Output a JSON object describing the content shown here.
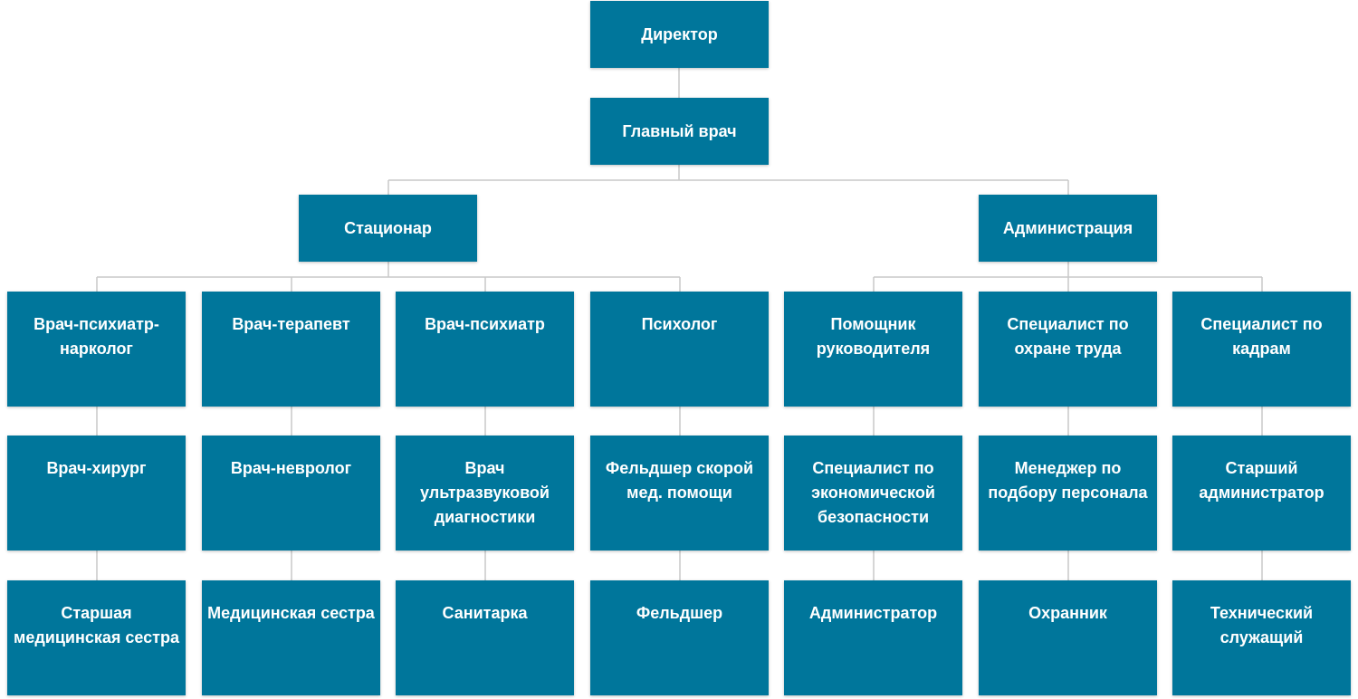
{
  "colors": {
    "node_fill": "#00769b",
    "node_text": "#ffffff",
    "connector": "#c8c8c8"
  },
  "director": "Директор",
  "chief_doctor": "Главный врач",
  "inpatient": "Стационар",
  "administration": "Администрация",
  "inpatient_staff": {
    "col1": [
      "Врач-психиатр-нарколог",
      "Врач-хирург",
      "Старшая медицинская сестра"
    ],
    "col2": [
      "Врач-терапевт",
      "Врач-невролог",
      "Медицинская сестра"
    ],
    "col3": [
      "Врач-психиатр",
      "Врач ультразвуковой диагностики",
      "Санитарка"
    ],
    "col4": [
      "Психолог",
      "Фельдшер скорой мед. помощи",
      "Фельдшер"
    ]
  },
  "admin_staff": {
    "col1": [
      "Помощник руководителя",
      "Специалист по экономической безопасности",
      "Администратор"
    ],
    "col2": [
      "Специалист по охране труда",
      "Менеджер по подбору персонала",
      "Охранник"
    ],
    "col3": [
      "Специалист по кадрам",
      "Старший администратор",
      "Технический служащий"
    ]
  }
}
